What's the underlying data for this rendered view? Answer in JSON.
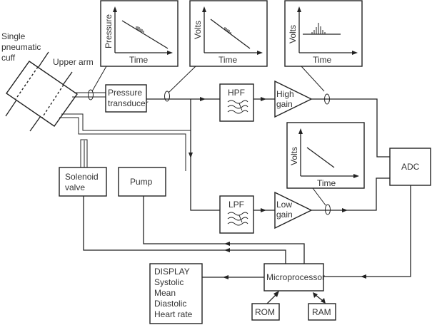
{
  "diagram": {
    "labels": {
      "cuff": [
        "Single",
        "pneumatic",
        "cuff"
      ],
      "upper_arm": "Upper arm",
      "pressure_transducer": [
        "Pressure",
        "transducer"
      ],
      "hpf": "HPF",
      "lpf": "LPF",
      "high_gain": [
        "High",
        "gain"
      ],
      "low_gain": [
        "Low",
        "gain"
      ],
      "adc": "ADC",
      "solenoid_valve": [
        "Solenoid",
        "valve"
      ],
      "pump": "Pump",
      "microprocessor": "Microprocessor",
      "rom": "ROM",
      "ram": "RAM",
      "display": [
        "DISPLAY",
        "Systolic",
        "Mean",
        "Diastolic",
        "Heart rate"
      ]
    },
    "insets": [
      {
        "id": "cuff-pressure",
        "ylabel": "Pressure",
        "xlabel": "Time",
        "shape": "decaying ramp with oscillations"
      },
      {
        "id": "transducer-volts",
        "ylabel": "Volts",
        "xlabel": "Time",
        "shape": "decaying ramp with oscillations"
      },
      {
        "id": "hpf-volts",
        "ylabel": "Volts",
        "xlabel": "Time",
        "shape": "oscillation envelope"
      },
      {
        "id": "lpf-volts",
        "ylabel": "Volts",
        "xlabel": "Time",
        "shape": "decaying ramp"
      }
    ]
  }
}
